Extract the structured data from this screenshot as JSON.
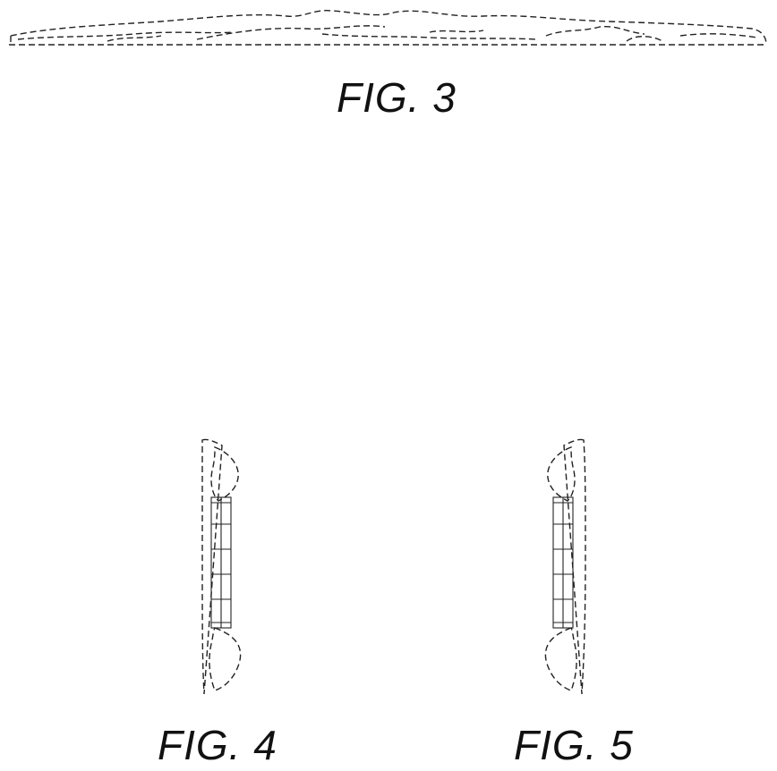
{
  "figures": [
    {
      "label": "FIG. 3"
    },
    {
      "label": "FIG. 4"
    },
    {
      "label": "FIG. 5"
    }
  ]
}
